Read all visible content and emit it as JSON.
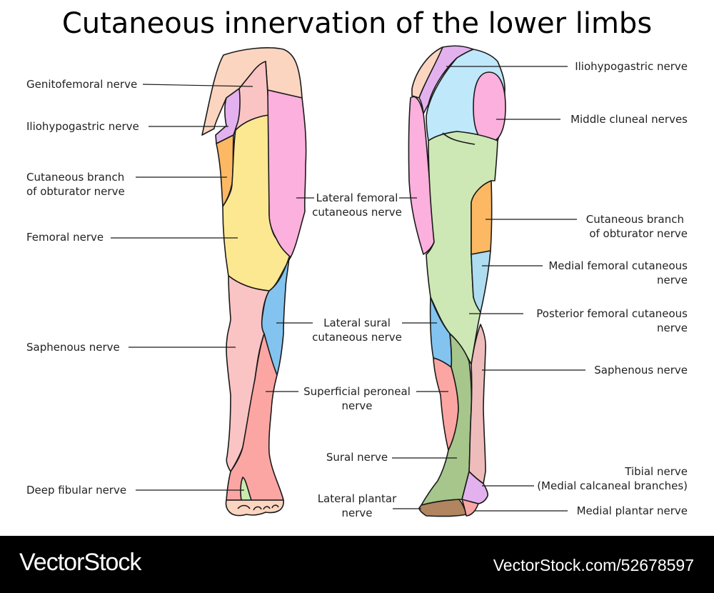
{
  "title": "Cutaneous innervation of the lower limbs",
  "left_labels": {
    "genitofemoral": "Genitofemoral nerve",
    "iliohypogastric": "Iliohypogastric nerve",
    "obturator_1": "Cutaneous branch",
    "obturator_2": "of obturator nerve",
    "femoral": "Femoral nerve",
    "saphenous": "Saphenous nerve",
    "deep_fibular": "Deep fibular nerve"
  },
  "center_labels": {
    "lat_fem_1": "Lateral femoral",
    "lat_fem_2": "cutaneous nerve",
    "lat_sural_1": "Lateral sural",
    "lat_sural_2": "cutaneous nerve",
    "sup_peroneal_1": "Superficial peroneal",
    "sup_peroneal_2": "nerve",
    "sural": "Sural nerve",
    "lat_plantar_1": "Lateral plantar",
    "lat_plantar_2": "nerve"
  },
  "right_labels": {
    "iliohypogastric": "Iliohypogastric nerve",
    "middle_cluneal": "Middle cluneal nerves",
    "obturator_1": "Cutaneous branch",
    "obturator_2": "of obturator nerve",
    "med_fem_1": "Medial femoral cutaneous",
    "med_fem_2": "nerve",
    "post_fem_1": "Posterior femoral cutaneous",
    "post_fem_2": "nerve",
    "saphenous": "Saphenous nerve",
    "tibial_1": "Tibial nerve",
    "tibial_2": "(Medial calcaneal branches)",
    "medial_plantar": "Medial plantar nerve"
  },
  "colors": {
    "peach": "#fbd5c0",
    "light_pink": "#fbc4c4",
    "purple": "#e3b2ee",
    "orange": "#fdb863",
    "yellow": "#fde892",
    "pink": "#fbb0dd",
    "blue": "#82c4ef",
    "salmon": "#fca6a4",
    "green_light": "#cde8b5",
    "green_dark": "#a6c68b",
    "sky": "#bfe8fb",
    "medial_blue": "#aedcf0",
    "brown": "#b08560",
    "toe_green": "#c8ecb0"
  },
  "footer": {
    "logo": "VectorStock",
    "id_text": "VectorStock.com/52678597"
  }
}
